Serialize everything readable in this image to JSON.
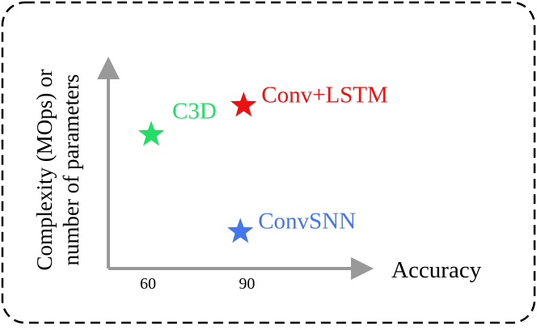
{
  "chart_data": {
    "type": "scatter",
    "title": "",
    "xlabel": "Accuracy",
    "ylabel_lines": [
      "Complexity (MOps) or",
      "number of parameters"
    ],
    "x_ticks": [
      {
        "value": 60,
        "label": "60"
      },
      {
        "value": 90,
        "label": "90"
      }
    ],
    "x_range": [
      48,
      123
    ],
    "y_range": [
      0,
      10
    ],
    "y_scale": "relative (no numeric ticks)",
    "grid": false,
    "legend": "none",
    "points": [
      {
        "name": "C3D",
        "x": 61,
        "y": 6.9,
        "color": "#22dd66",
        "label_side": "above-right"
      },
      {
        "name": "Conv+LSTM",
        "x": 89,
        "y": 8.4,
        "color": "#ee1111",
        "label_side": "right"
      },
      {
        "name": "ConvSNN",
        "x": 88,
        "y": 1.9,
        "color": "#4477ee",
        "label_side": "right"
      }
    ],
    "axis_color": "#999999",
    "border": "dashed rounded"
  }
}
